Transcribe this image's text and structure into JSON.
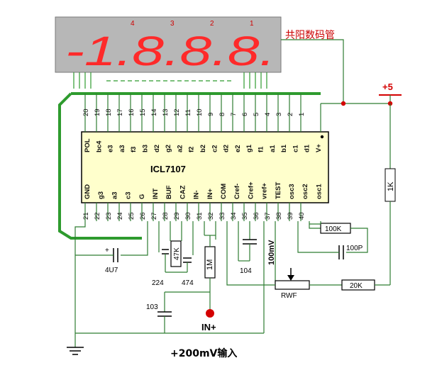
{
  "display": {
    "digit_positions": [
      "4",
      "3",
      "2",
      "1"
    ],
    "reading": "-1.8.8.8.",
    "label": "共阳数码管",
    "segment_color": "#ff2a2a",
    "panel_color": "#b7b7b7"
  },
  "supply": {
    "label": "+5"
  },
  "chip": {
    "name": "ICL7107",
    "color": "#ffffcc",
    "pins_top": [
      "20",
      "19",
      "18",
      "17",
      "16",
      "15",
      "14",
      "13",
      "12",
      "11",
      "10",
      "9",
      "8",
      "7",
      "6",
      "5",
      "4",
      "3",
      "2",
      "1"
    ],
    "pins_bottom": [
      "21",
      "22",
      "23",
      "24",
      "25",
      "26",
      "27",
      "28",
      "29",
      "30",
      "31",
      "32",
      "33",
      "34",
      "35",
      "36",
      "37",
      "38",
      "39",
      "40"
    ],
    "labels_top": [
      "POL",
      "bc4",
      "e3",
      "a3",
      "f3",
      "b3",
      "d2",
      "g2",
      "a2",
      "f2",
      "b2",
      "c2",
      "d2",
      "e2",
      "g1",
      "f1",
      "a1",
      "b1",
      "c1",
      "d1",
      "V+"
    ],
    "labels_bottom": [
      "GND",
      "g3",
      "a3",
      "c3",
      "G",
      "INT",
      "BUF",
      "CAZ",
      "IN-",
      "IN+",
      "COM",
      "Cref-",
      "Cref+",
      "vref+",
      "TEST",
      "osc3",
      "osc2",
      "osc1"
    ]
  },
  "components": {
    "r_1k": "1K",
    "r_100k": "100K",
    "c_100p": "100P",
    "c_4u7": "4U7",
    "r_47k": "47K",
    "c_224": "224",
    "c_474": "474",
    "r_1m": "1M",
    "c_104": "104",
    "c_103": "103",
    "r_100mv": "100mV",
    "pot_rwf": "RWF",
    "r_20k": "20K"
  },
  "input": {
    "in_plus": "IN+",
    "label": "+200mV输入"
  },
  "colors": {
    "frame": "#2e9b2e",
    "wire": "#2e7d32",
    "junction": "#d40000",
    "pin_text": "#111111"
  }
}
